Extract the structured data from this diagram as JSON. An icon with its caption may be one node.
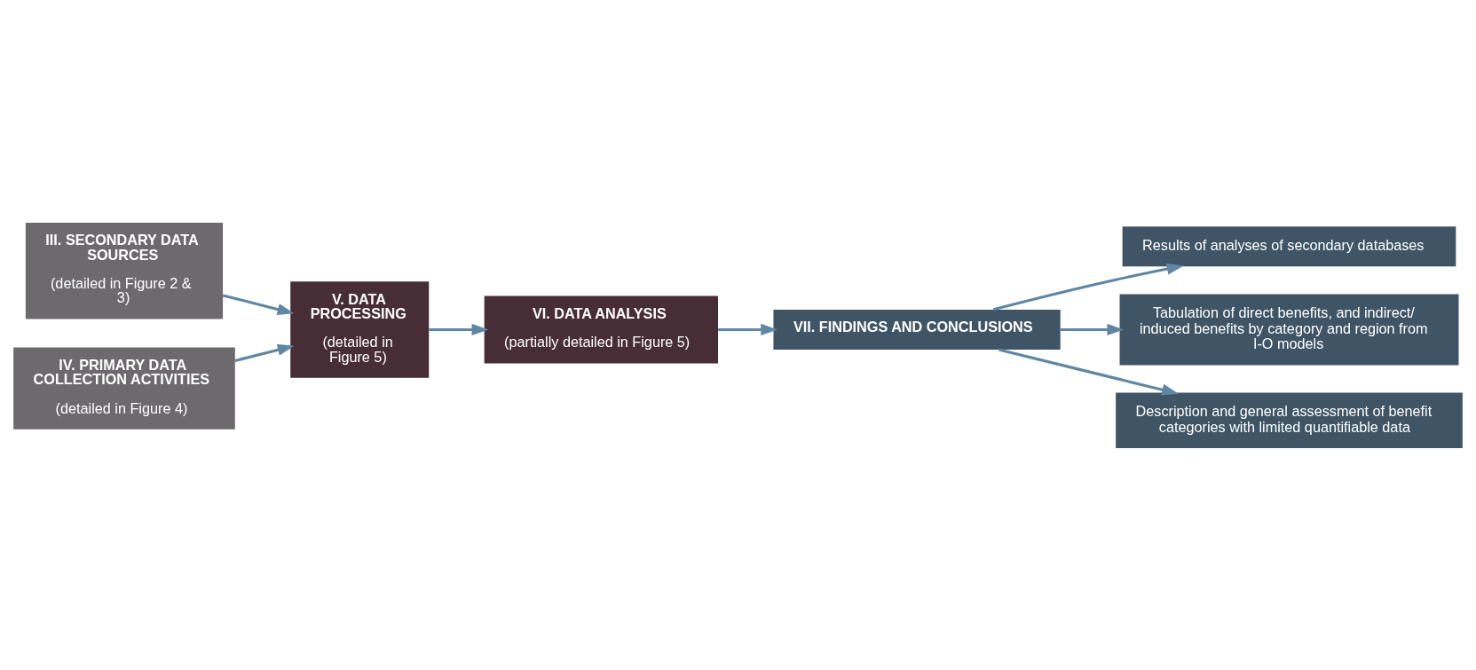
{
  "diagram": {
    "nodes": [
      {
        "text": [
          "VI. DATA ANALYSIS",
          "(partially detailed in Figure 5)"
        ]
      },
      {
        "text": [
          "III. SECONDARY DATA SOURCES",
          "(detailed in Figure 2 & 3)"
        ]
      },
      {
        "text": [
          "IV. PRIMARY DATA COLLECTION ACTIVITIES",
          "(detailed in Figure 4)"
        ]
      },
      {
        "text": [
          "V. DATA PROCESSING",
          "(detailed in Figure 5)"
        ]
      },
      {
        "text": [
          "VII. FINDINGS AND CONCLUSIONS"
        ]
      },
      {
        "text": [
          "Results of analyses of secondary databases"
        ]
      },
      {
        "text": [
          "Tabulation of direct benefits, and indirect/ induced benefits by category and region from I-O models"
        ]
      },
      {
        "text": [
          "Description and general assessment of benefit categories with limited quantifiable data"
        ]
      }
    ],
    "edges": [
      {
        "from": 1,
        "to": 3,
        "arrow": "to"
      },
      {
        "from": 2,
        "to": 3,
        "arrow": "to"
      },
      {
        "from": 3,
        "to": 0,
        "arrow": "to"
      },
      {
        "from": 0,
        "to": 4,
        "arrow": "to"
      },
      {
        "from": 4,
        "to": 5,
        "arrow": "to"
      },
      {
        "from": 4,
        "to": 6,
        "arrow": "to"
      },
      {
        "from": 4,
        "to": 7,
        "arrow": "to"
      }
    ]
  }
}
